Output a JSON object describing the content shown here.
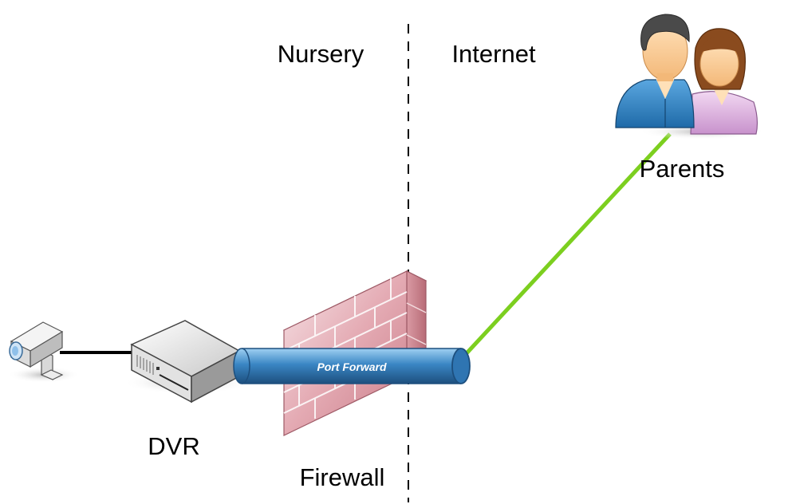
{
  "zones": {
    "left_label": "Nursery",
    "right_label": "Internet"
  },
  "nodes": {
    "camera": {
      "icon": "security-camera-icon"
    },
    "dvr": {
      "label": "DVR",
      "icon": "dvr-box-icon"
    },
    "firewall": {
      "label": "Firewall",
      "icon": "brick-wall-icon"
    },
    "parents": {
      "label": "Parents",
      "icon": "two-people-icon"
    }
  },
  "connections": {
    "tunnel_label": "Port Forward",
    "colors": {
      "tunnel": "#3a86c4",
      "internet_link": "#7ccf1f",
      "camera_cable": "#000000",
      "wall": "#e0a8b0"
    }
  }
}
